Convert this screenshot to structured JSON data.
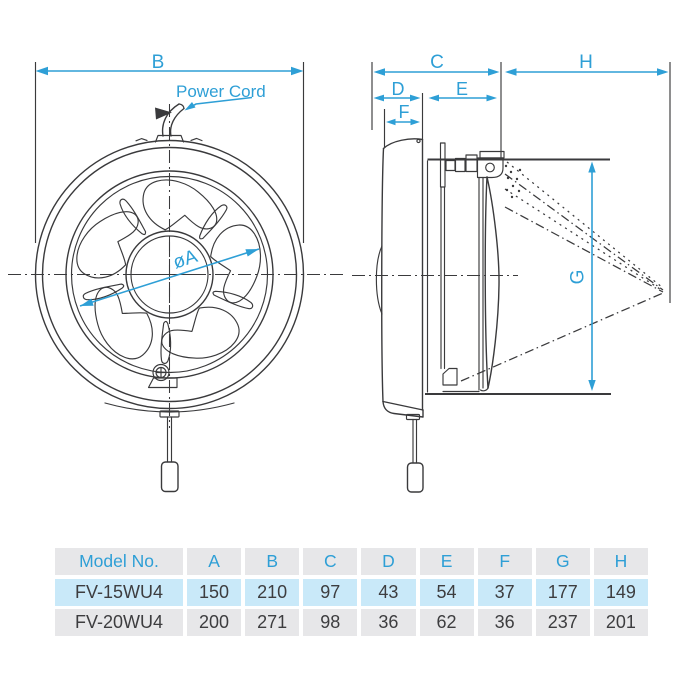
{
  "colors": {
    "accent_blue": "#2e9fd6",
    "line_dark": "#3a3a3c",
    "table_header_bg": "#e7e7e9",
    "table_highlight_bg": "#c9e9f9",
    "table_text": "#3d3d3f"
  },
  "front_view": {
    "dim_width": "B",
    "power_cord_label": "Power Cord",
    "dim_fan_diameter": "øA"
  },
  "side_view": {
    "dim_total_depth": "C",
    "dim_front_depth": "D",
    "dim_rear_depth": "E",
    "dim_cover_depth": "F",
    "dim_projection": "H",
    "dim_opening_height": "G"
  },
  "table": {
    "headers": [
      "Model No.",
      "A",
      "B",
      "C",
      "D",
      "E",
      "F",
      "G",
      "H"
    ],
    "rows": [
      {
        "model": "FV-15WU4",
        "values": [
          "150",
          "210",
          "97",
          "43",
          "54",
          "37",
          "177",
          "149"
        ]
      },
      {
        "model": "FV-20WU4",
        "values": [
          "200",
          "271",
          "98",
          "36",
          "62",
          "36",
          "237",
          "201"
        ]
      }
    ]
  }
}
